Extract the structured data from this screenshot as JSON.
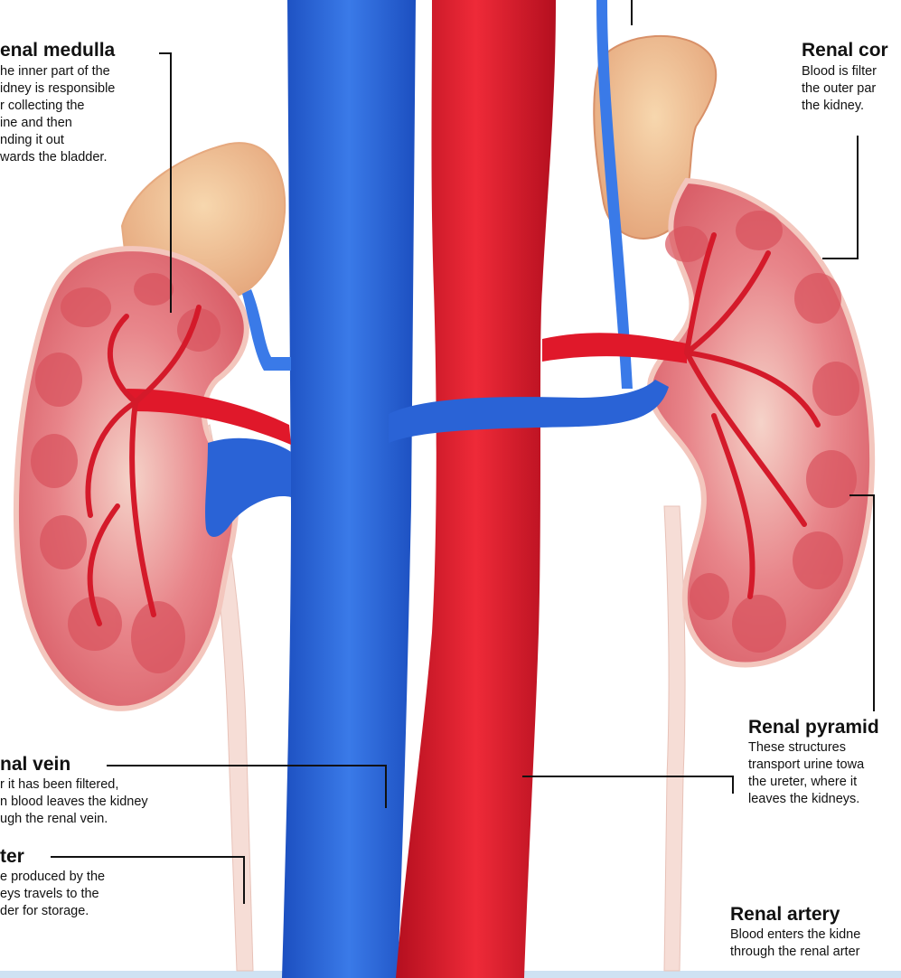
{
  "colors": {
    "vein": "#2a63d6",
    "artery": "#e0182a",
    "kidney_tissue": "#e8737a",
    "kidney_capsule": "#f2c0b6",
    "adrenal_gland": "#f0b88a",
    "ureter": "#f6ddd6",
    "leader_line": "#111111",
    "bottom_strip": "#cfe2f3"
  },
  "labels": {
    "renal_medulla": {
      "title": "enal medulla",
      "body": "he inner part of the\nidney is responsible\nr collecting the\nine and then\nnding it out\nwards the bladder."
    },
    "renal_cortex": {
      "title": "Renal cor",
      "body": "Blood is filter\nthe outer par\nthe kidney."
    },
    "renal_pyramid": {
      "title": "Renal pyramid",
      "body": "These structures\ntransport urine towa\nthe ureter, where it\nleaves the kidneys."
    },
    "renal_vein": {
      "title": "nal vein",
      "body": "r it has been filtered,\nn blood leaves the kidney\nugh the renal vein."
    },
    "ureter": {
      "title": "ter",
      "body": "e produced by the\neys travels to the\nder for storage."
    },
    "renal_artery": {
      "title": "Renal artery",
      "body": "Blood enters the kidne\nthrough the renal arter"
    }
  }
}
